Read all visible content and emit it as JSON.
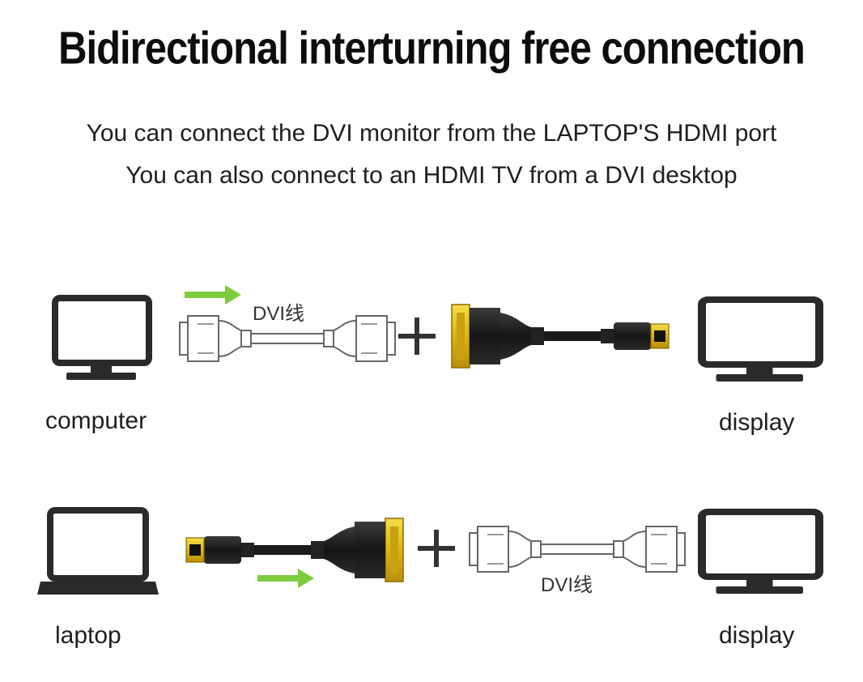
{
  "title": "Bidirectional interturning free connection",
  "subtitle_lines": [
    "You can connect the DVI monitor from the LAPTOP'S HDMI port",
    "You can also connect to an HDMI TV from a DVI desktop"
  ],
  "rows": [
    {
      "source_label": "computer",
      "target_label": "display",
      "cable_label": "DVI线",
      "plus": "+"
    },
    {
      "source_label": "laptop",
      "target_label": "display",
      "cable_label": "DVI线",
      "plus": "+"
    }
  ],
  "icons": {
    "row1_source": "monitor-icon",
    "row1_target": "monitor-icon",
    "row2_source": "laptop-icon",
    "row2_target": "monitor-icon",
    "arrow": "arrow-right-icon",
    "adapter": "hdmi-to-dvi-adapter",
    "dvi_cable": "dvi-cable-outline"
  },
  "colors": {
    "arrow": "#7ecb3f",
    "gold_connector": "#e6c623",
    "adapter_body": "#1e1e1e"
  }
}
